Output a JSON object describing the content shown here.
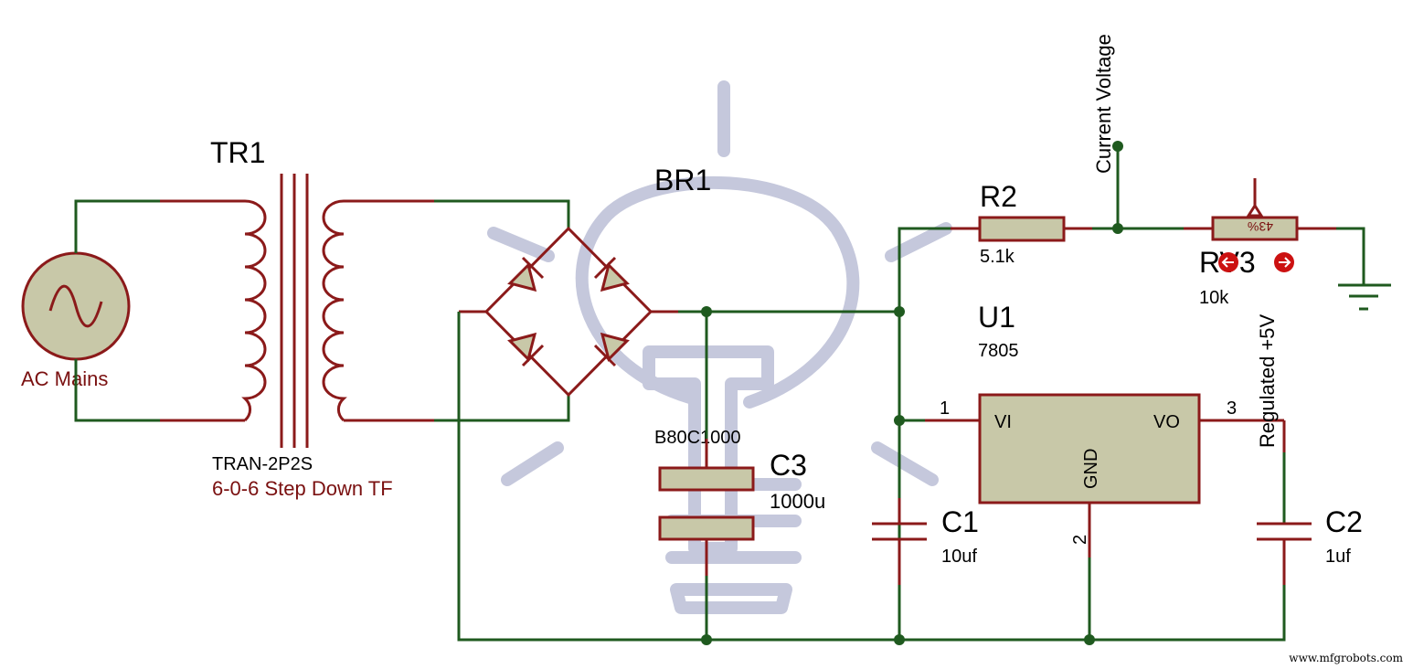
{
  "components": {
    "ac_source": {
      "label": "AC Mains"
    },
    "transformer": {
      "ref": "TR1",
      "part": "TRAN-2P2S",
      "desc": "6-0-6 Step Down TF"
    },
    "bridge": {
      "ref": "BR1",
      "part": "B80C1000"
    },
    "c3": {
      "ref": "C3",
      "value": "1000u"
    },
    "c1": {
      "ref": "C1",
      "value": "10uf"
    },
    "c2": {
      "ref": "C2",
      "value": "1uf"
    },
    "r2": {
      "ref": "R2",
      "value": "5.1k"
    },
    "rv3": {
      "ref": "RV3",
      "value": "10k",
      "percent": "43%"
    },
    "u1": {
      "ref": "U1",
      "part": "7805",
      "pin_vi": "VI",
      "pin_vo": "VO",
      "pin_gnd": "GND",
      "pin1": "1",
      "pin2": "2",
      "pin3": "3"
    }
  },
  "probes": {
    "current_voltage": "Current Voltage",
    "regulated": "Regulated +5V"
  },
  "watermark": "www.mfgrobots.com"
}
